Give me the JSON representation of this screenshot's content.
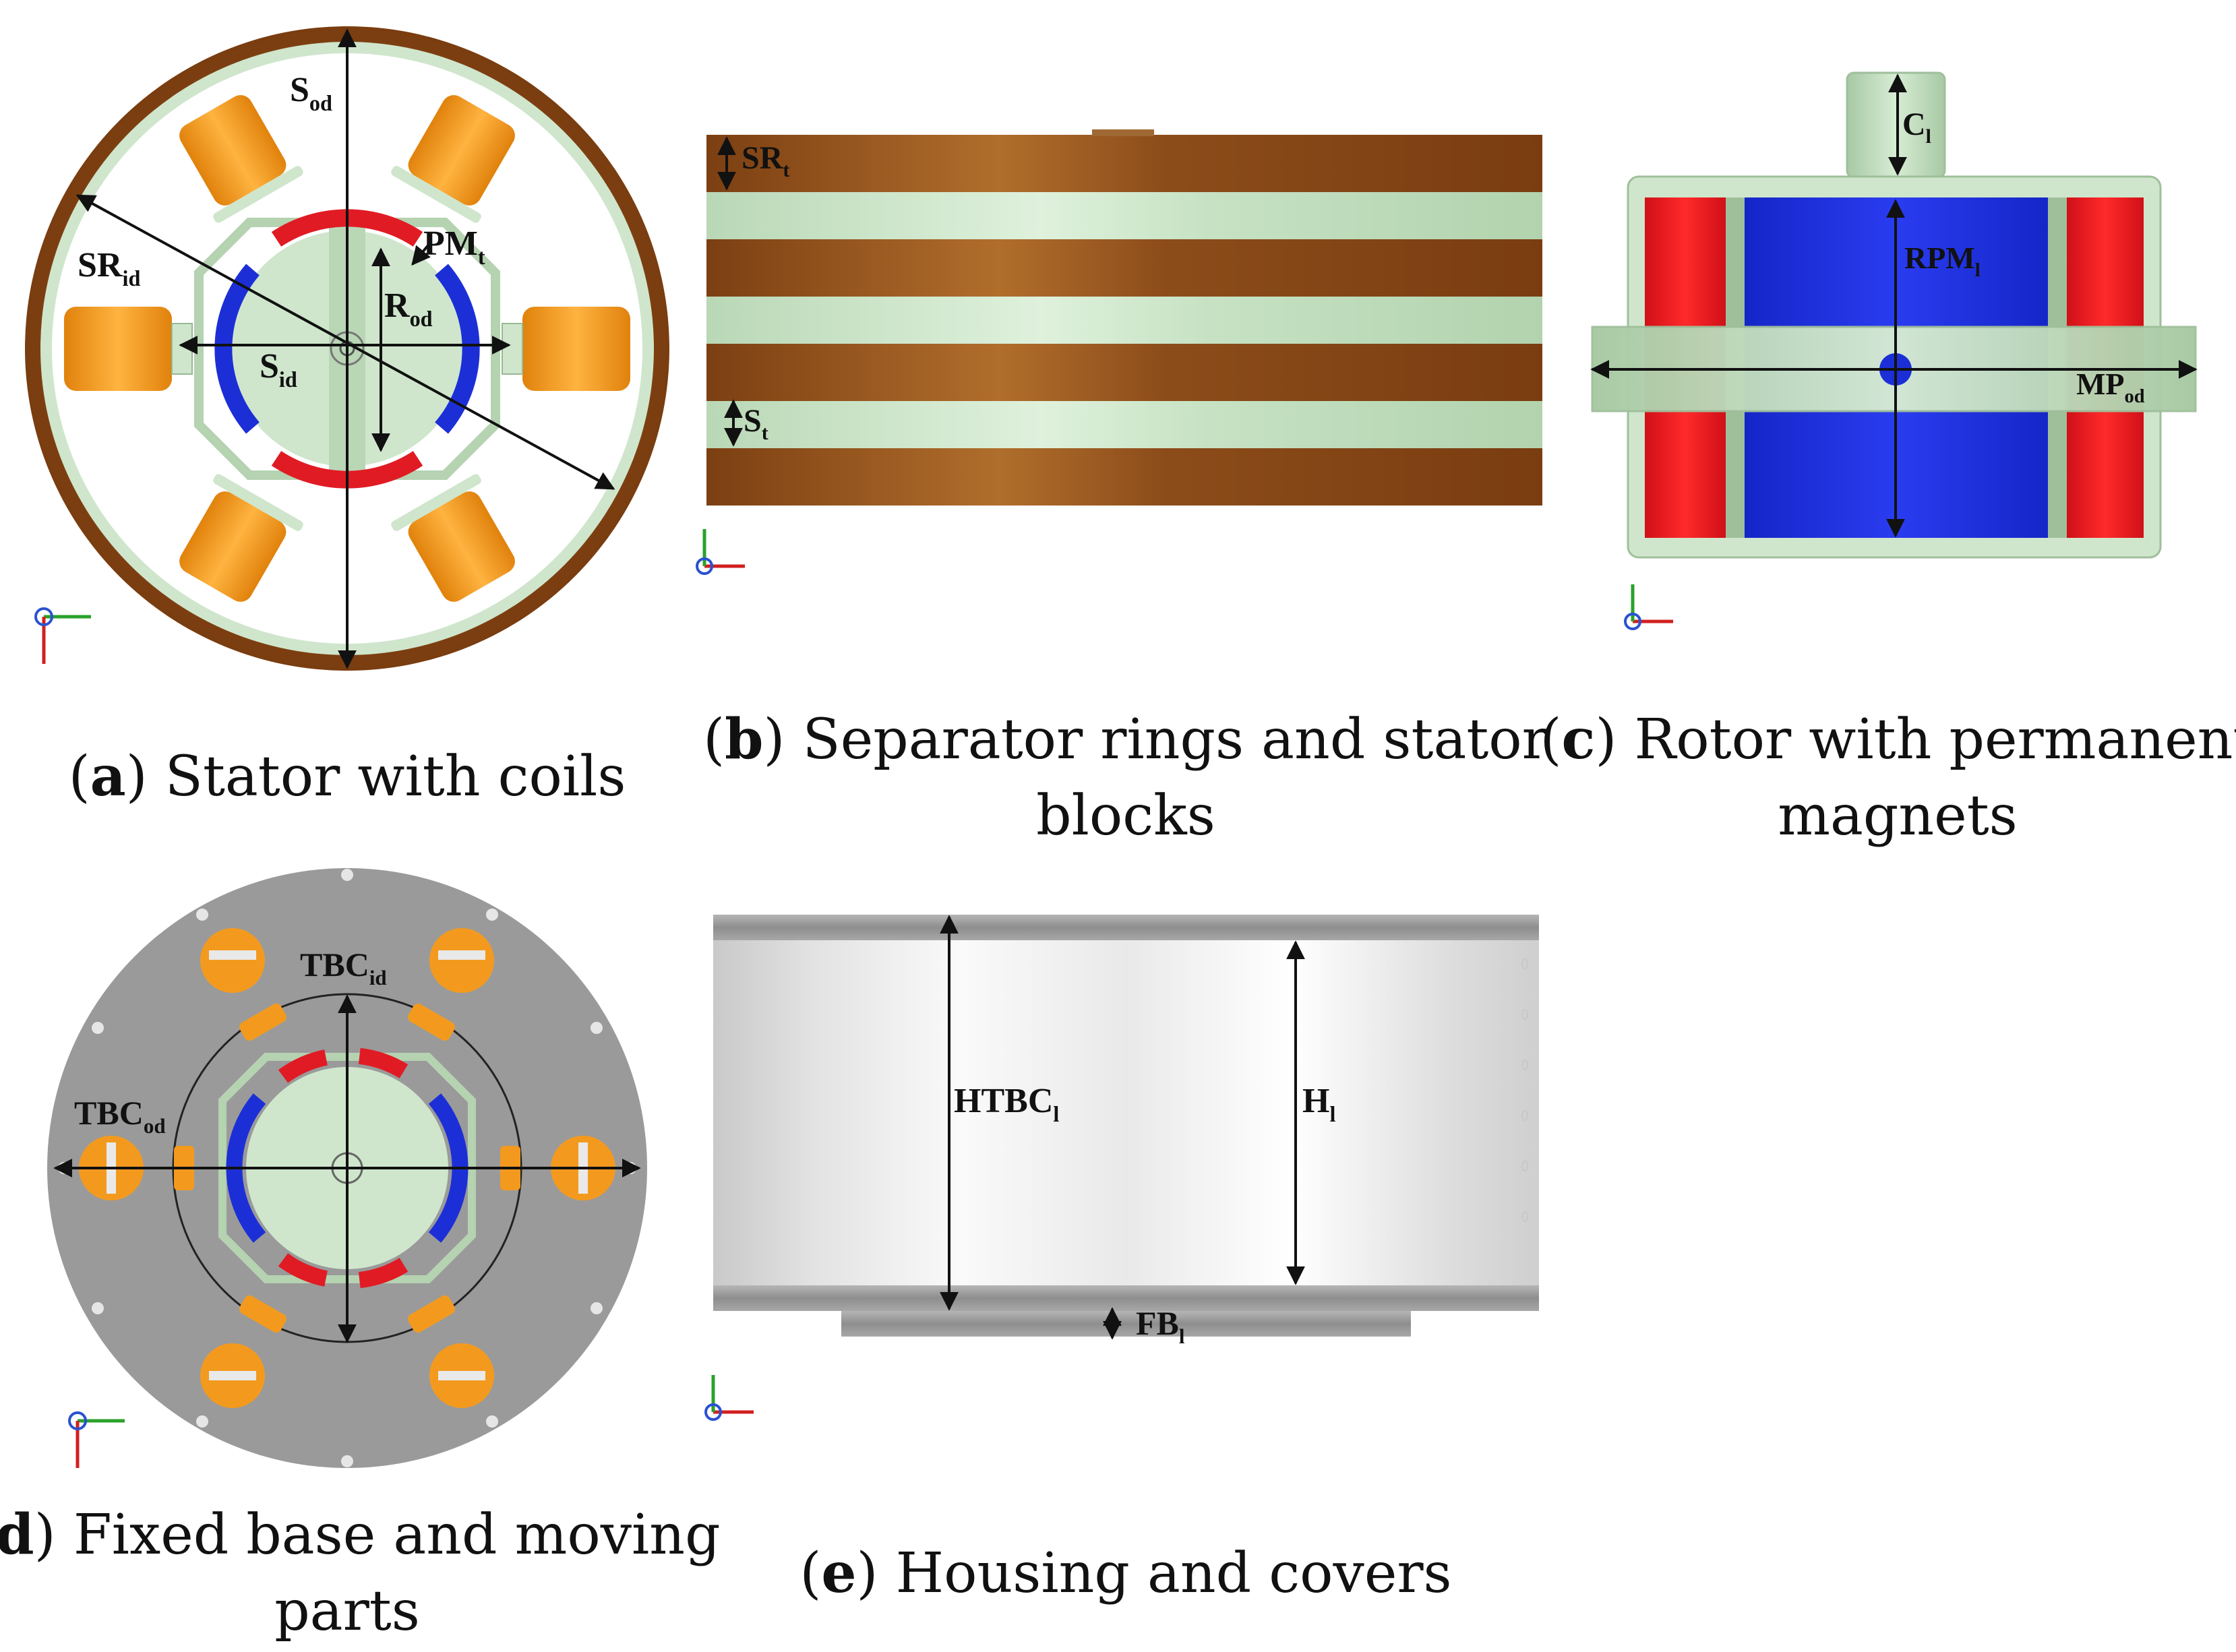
{
  "panels": {
    "a": {
      "caption_letter": "a",
      "caption_text": "Stator with coils",
      "labels": {
        "sod": {
          "main": "S",
          "sub": "od"
        },
        "srid": {
          "main": "SR",
          "sub": "id"
        },
        "pmt": {
          "main": "PM",
          "sub": "t"
        },
        "rod": {
          "main": "R",
          "sub": "od"
        },
        "sid": {
          "main": "S",
          "sub": "id"
        }
      }
    },
    "b": {
      "caption_letter": "b",
      "caption_line1": "Separator rings and stator",
      "caption_line2": "blocks",
      "labels": {
        "srt": {
          "main": "SR",
          "sub": "t"
        },
        "st": {
          "main": "S",
          "sub": "t"
        }
      }
    },
    "c": {
      "caption_letter": "c",
      "caption_line1": "Rotor with permanent",
      "caption_line2": "magnets",
      "labels": {
        "cl": {
          "main": "C",
          "sub": "l"
        },
        "rpml": {
          "main": "RPM",
          "sub": "l"
        },
        "mpod": {
          "main": "MP",
          "sub": "od"
        }
      }
    },
    "d": {
      "caption_letter": "d",
      "caption_line1": "Fixed base and moving",
      "caption_line2": "parts",
      "labels": {
        "tbcid": {
          "main": "TBC",
          "sub": "id"
        },
        "tbcod": {
          "main": "TBC",
          "sub": "od"
        }
      }
    },
    "e": {
      "caption_letter": "e",
      "caption_text": "Housing and covers",
      "labels": {
        "htbcl": {
          "main": "HTBC",
          "sub": "l"
        },
        "hl": {
          "main": "H",
          "sub": "l"
        },
        "fbl": {
          "main": "FB",
          "sub": "l"
        }
      }
    }
  },
  "colors": {
    "copper": "#8a4a17",
    "stator_green": "#cfe6cc",
    "coil_orange": "#f39a1e",
    "magnet_red": "#e01b24",
    "magnet_blue": "#1c2fd6",
    "housing_grey": "#9a9a9a"
  }
}
